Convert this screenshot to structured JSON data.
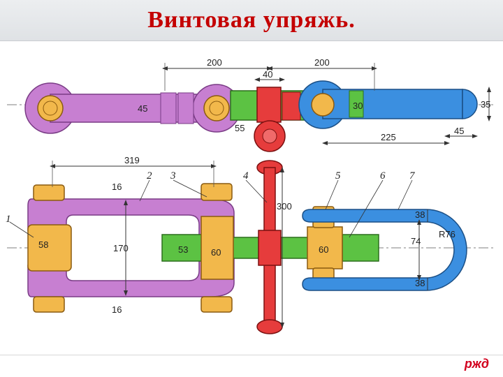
{
  "slide": {
    "title": "Винтовая упряжь.",
    "logo_text": "ржд"
  },
  "colors": {
    "title": "#c40000",
    "link": "#c77fd1",
    "nut": "#f2b84b",
    "screw": "#5cc243",
    "handle": "#e63c3c",
    "shackle": "#3b8fe0"
  },
  "top_view_dims": {
    "d200_left": "200",
    "d200_right": "200",
    "d40": "40",
    "d45": "45",
    "d55": "55",
    "d30": "30",
    "d35": "35",
    "d225": "225",
    "d45b": "45"
  },
  "side_view_dims": {
    "d319": "319",
    "d16_top": "16",
    "d16_bottom": "16",
    "d58": "58",
    "d170": "170",
    "d53": "53",
    "d60_left": "60",
    "d60_right": "60",
    "d300": "300",
    "d38_top": "38",
    "d38_bottom": "38",
    "d74": "74",
    "r76": "R76"
  },
  "callouts": [
    "1",
    "2",
    "3",
    "4",
    "5",
    "6",
    "7"
  ]
}
